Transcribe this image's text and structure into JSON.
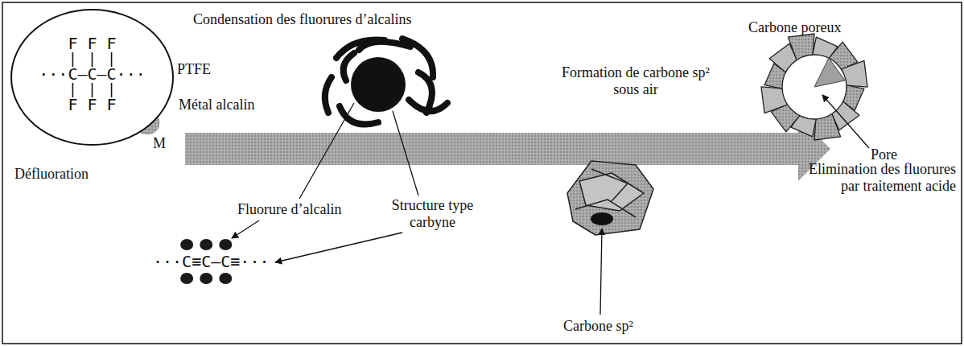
{
  "diagram": {
    "nodes": [
      {
        "text": [
          "F F F",
          "···C–C–C···",
          "F F F"
        ]
      }
    ],
    "labels": [
      "Condensation des fluorures d’alcalins",
      "PTFE",
      "M",
      "Métal alcalin",
      "Défluoration",
      "Fluorure d’alcalin",
      "Structure type carbyne",
      "···C≡C–C≡···",
      "Formation de carbone sp² sous air",
      "Carbone sp²",
      "Carbone poreux",
      "Pore",
      "Elimination des fluorures par traitement acide"
    ]
  }
}
